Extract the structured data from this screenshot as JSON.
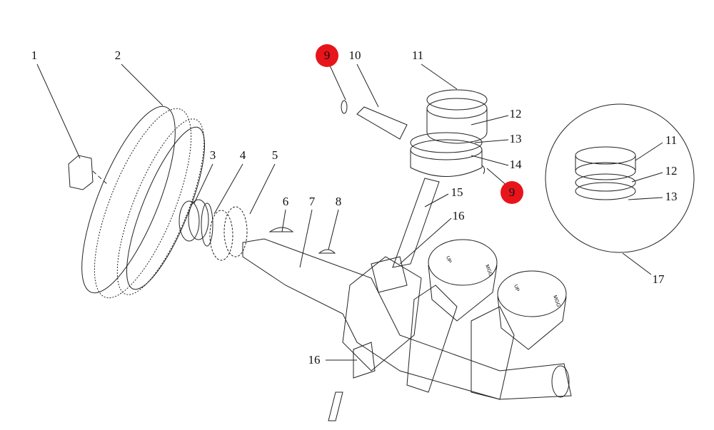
{
  "diagram": {
    "callouts": [
      {
        "id": "c1",
        "label": "1"
      },
      {
        "id": "c2",
        "label": "2"
      },
      {
        "id": "c3",
        "label": "3"
      },
      {
        "id": "c4",
        "label": "4"
      },
      {
        "id": "c5",
        "label": "5"
      },
      {
        "id": "c6",
        "label": "6"
      },
      {
        "id": "c7",
        "label": "7"
      },
      {
        "id": "c8",
        "label": "8"
      },
      {
        "id": "c9a",
        "label": "9",
        "highlighted": true
      },
      {
        "id": "c10",
        "label": "10"
      },
      {
        "id": "c11",
        "label": "11"
      },
      {
        "id": "c12",
        "label": "12"
      },
      {
        "id": "c13",
        "label": "13"
      },
      {
        "id": "c14",
        "label": "14"
      },
      {
        "id": "c9b",
        "label": "9",
        "highlighted": true
      },
      {
        "id": "c15",
        "label": "15"
      },
      {
        "id": "c16a",
        "label": "16"
      },
      {
        "id": "c16b",
        "label": "16"
      },
      {
        "id": "c11i",
        "label": "11"
      },
      {
        "id": "c12i",
        "label": "12"
      },
      {
        "id": "c13i",
        "label": "13"
      },
      {
        "id": "c17",
        "label": "17"
      }
    ],
    "piston_marks": [
      "UP",
      "MGG"
    ],
    "highlight_color": "#e8141b"
  }
}
